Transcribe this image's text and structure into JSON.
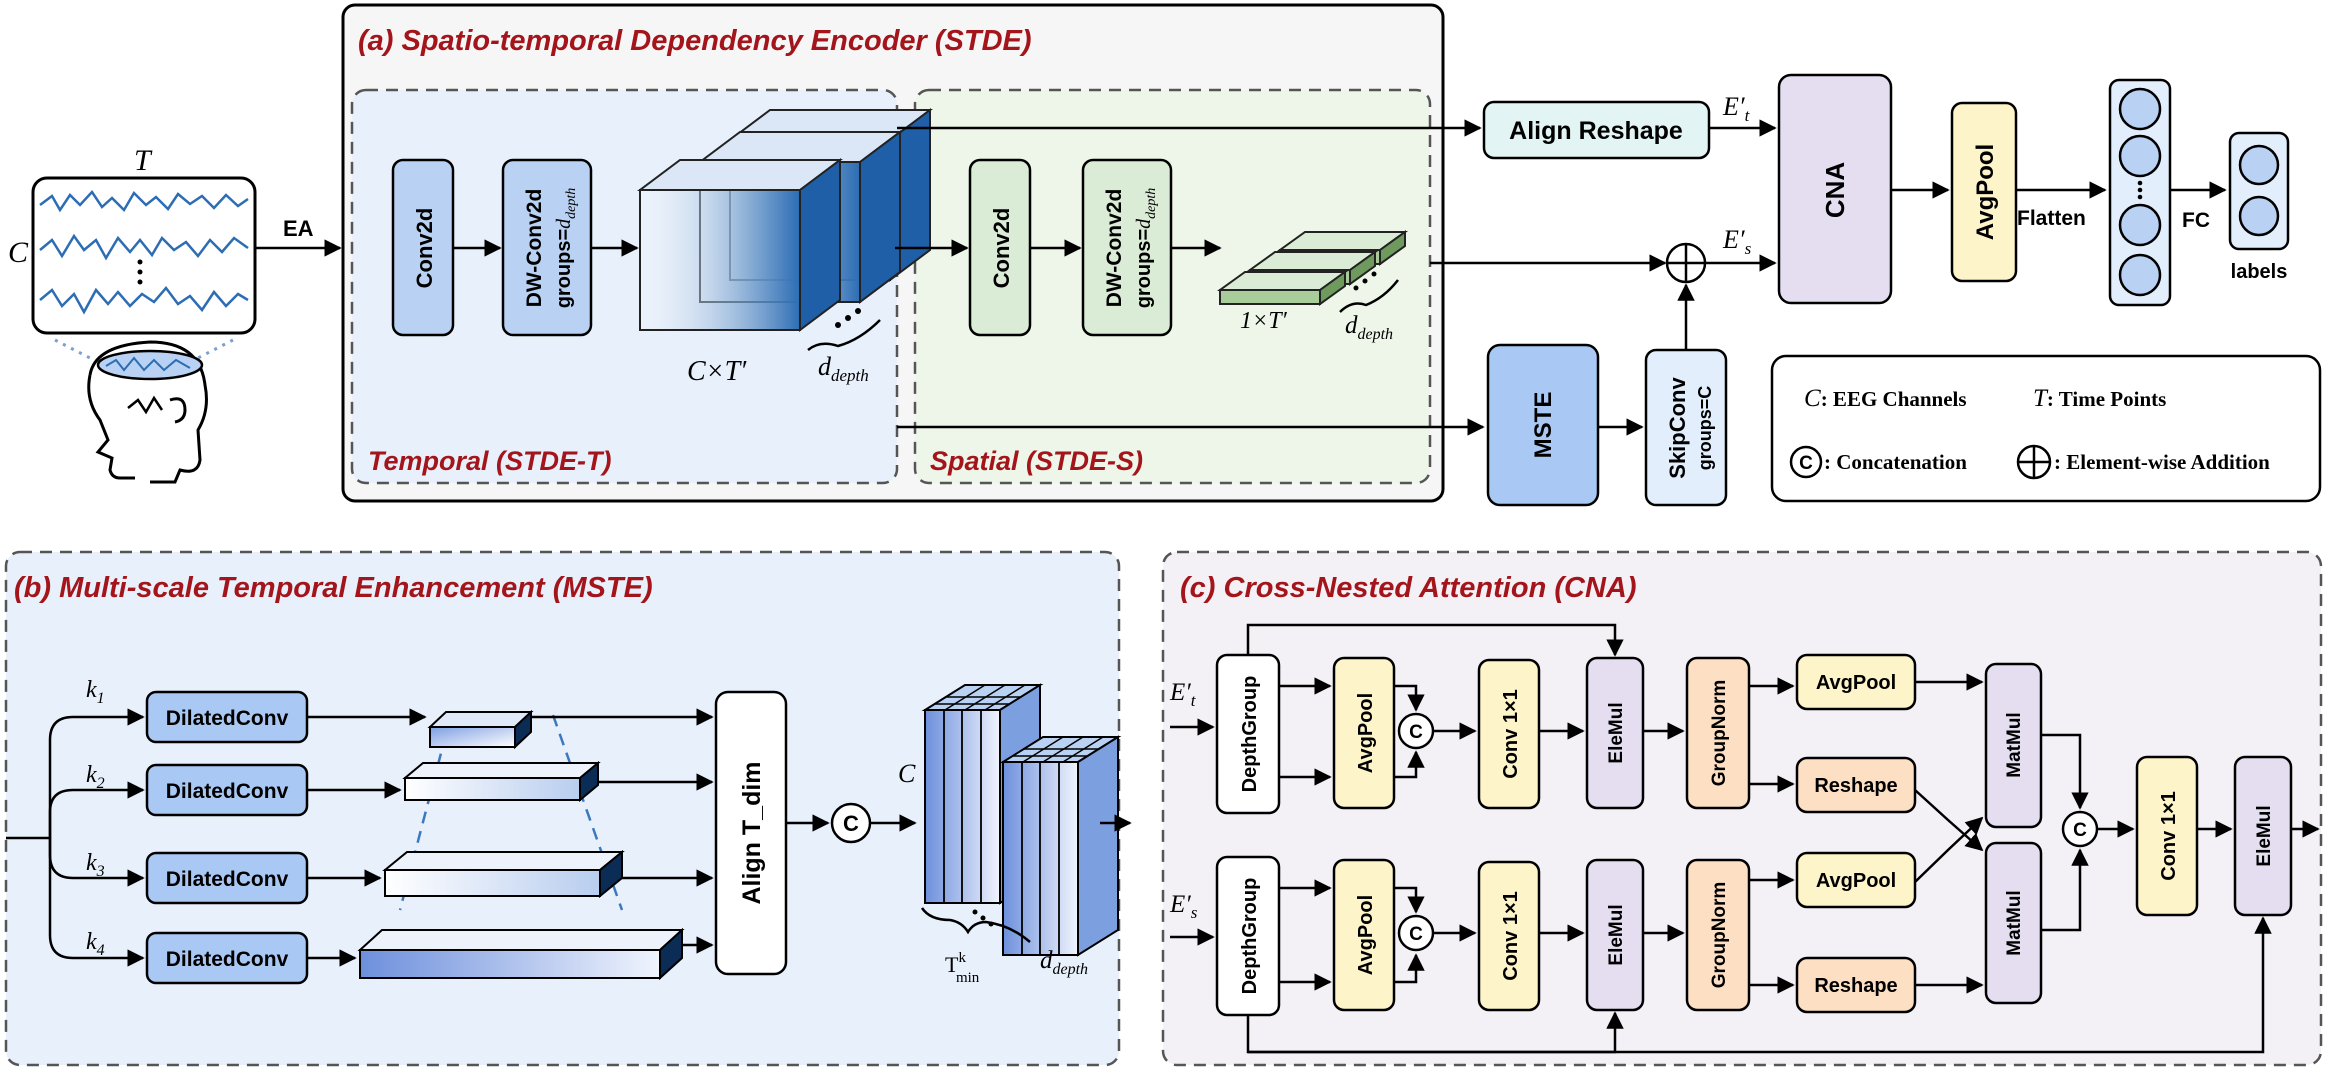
{
  "colors": {
    "title_red": "#a3151b",
    "blue_panel": "#e8f0fb",
    "green_panel": "#eef6e9",
    "cna_panel": "#f3f1f6",
    "blue_block": "#b9d2f3",
    "green_block": "#dbecd6",
    "yellow_block": "#fdf4c9",
    "orange_block": "#fde0c4",
    "purple_block": "#e4def0",
    "cyan_block": "#e2f4f3",
    "mste_block": "#a9c8f4"
  },
  "input": {
    "label_T": "T",
    "label_C": "C",
    "arrow_label": "EA"
  },
  "stde": {
    "title": "(a) Spatio-temporal Dependency Encoder (STDE)",
    "temporal_label": "Temporal (STDE-T)",
    "spatial_label": "Spatial (STDE-S)",
    "t_conv": "Conv2d",
    "t_dwconv_1": "DW-Conv2d",
    "t_dwconv_2": "groups=",
    "s_conv": "Conv2d",
    "s_dwconv_1": "DW-Conv2d",
    "s_dwconv_2": "groups=",
    "t_feature_dim": "C×T′",
    "s_feature_dim": "1×T′",
    "d_depth": "d",
    "d_depth_sub": "depth"
  },
  "right": {
    "align_reshape": "Align Reshape",
    "et_label": "E′",
    "et_sub": "t",
    "es_label": "E′",
    "es_sub": "s",
    "cna": "CNA",
    "avgpool": "AvgPool",
    "flatten": "Flatten",
    "fc": "FC",
    "labels": "labels",
    "mste": "MSTE",
    "skipconv_1": "SkipConv",
    "skipconv_2": "groups=C"
  },
  "legend": {
    "c_sym": "C",
    "c_text": ": EEG Channels",
    "t_sym": "T",
    "t_text": ": Time Points",
    "concat_sym": "C",
    "concat_text": ": Concatenation",
    "add_text": ": Element-wise Addition"
  },
  "mste_panel": {
    "title": "(b) Multi-scale Temporal Enhancement (MSTE)",
    "k_labels": [
      "k",
      "k",
      "k",
      "k"
    ],
    "k_subs": [
      "1",
      "2",
      "3",
      "4"
    ],
    "dilated": [
      "DilatedConv",
      "DilatedConv",
      "DilatedConv",
      "DilatedConv"
    ],
    "align": "Align T_dim",
    "concat": "C",
    "c_label": "C",
    "tmin": "T",
    "tmin_sup": "k",
    "tmin_sub": "min",
    "d_depth": "d",
    "d_depth_sub": "depth"
  },
  "cna_panel": {
    "title": "(c) Cross-Nested Attention  (CNA)",
    "et_label": "E′",
    "et_sub": "t",
    "es_label": "E′",
    "es_sub": "s",
    "top": {
      "depthgroup": "DepthGroup",
      "avgpool": "AvgPool",
      "concat": "C",
      "conv": "Conv 1×1",
      "elemul": "EleMul",
      "groupnorm": "GroupNorm",
      "avgpool2": "AvgPool",
      "reshape": "Reshape",
      "matmul": "MatMul"
    },
    "bottom": {
      "depthgroup": "DepthGroup",
      "avgpool": "AvgPool",
      "concat": "C",
      "conv": "Conv 1×1",
      "elemul": "EleMul",
      "groupnorm": "GroupNorm",
      "avgpool2": "AvgPool",
      "reshape": "Reshape",
      "matmul": "MatMul"
    },
    "final_concat": "C",
    "final_conv": "Conv 1×1",
    "final_elemul": "EleMul"
  }
}
